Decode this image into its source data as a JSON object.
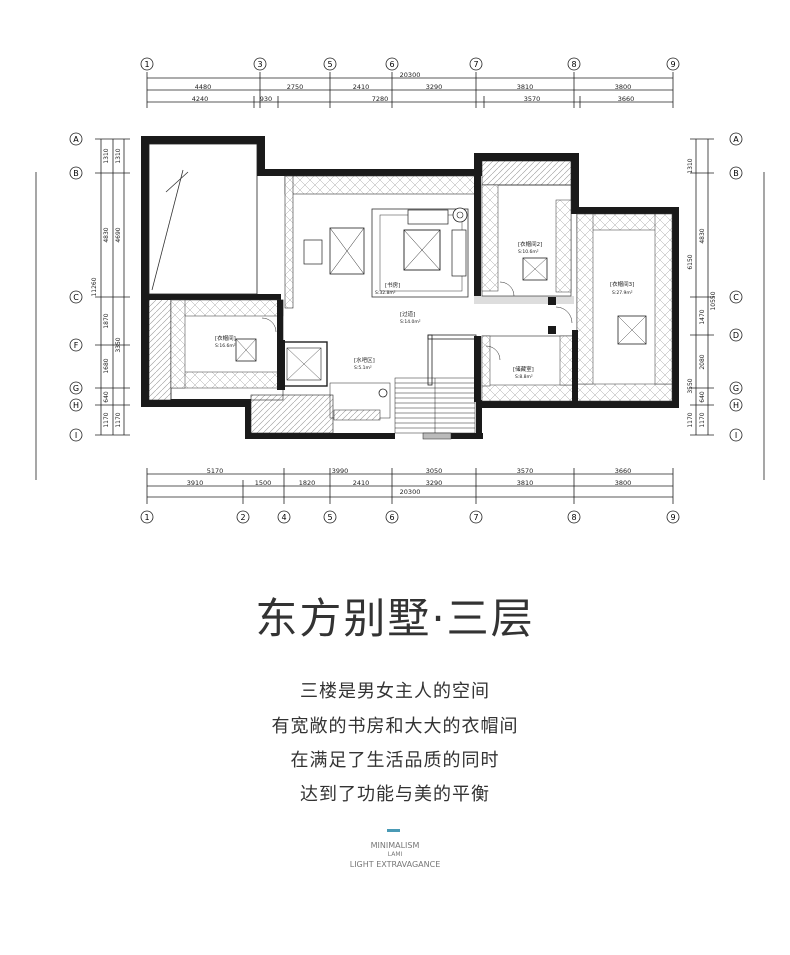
{
  "plan": {
    "grid_columns": [
      "1",
      "3",
      "5",
      "6",
      "7",
      "8",
      "9"
    ],
    "grid_columns_bottom": [
      "1",
      "2",
      "4",
      "5",
      "6",
      "7",
      "8",
      "9"
    ],
    "grid_rows": [
      "A",
      "B",
      "C",
      "F",
      "G",
      "H",
      "I"
    ],
    "grid_rows_right": [
      "A",
      "B",
      "C",
      "D",
      "G",
      "H",
      "I"
    ],
    "top_dims_1": [
      "4480",
      "2750",
      "2410",
      "3290",
      "3810",
      "3800"
    ],
    "top_dims_2": [
      "4240",
      "930",
      "7280",
      "3570",
      "3660"
    ],
    "top_total": "20300",
    "bottom_dims_1": [
      "5170",
      "3990",
      "3050",
      "3570",
      "3660"
    ],
    "bottom_dims_2": [
      "3910",
      "1500",
      "1820",
      "2410",
      "3290",
      "3810",
      "3800"
    ],
    "bottom_total": "20300",
    "left_dims_1": [
      "1310",
      "4830",
      "1870",
      "1680",
      "640",
      "1170"
    ],
    "left_dims_2": [
      "1310",
      "4690",
      "3350",
      "1170"
    ],
    "left_total": "11260",
    "right_dims_1": [
      "1310",
      "6150",
      "1470",
      "2080",
      "640",
      "1170"
    ],
    "right_dims_2": [
      "4830",
      "10550",
      "3550",
      "1170"
    ],
    "rooms": {
      "study": "[书房]",
      "study_area": "S:32.8m²",
      "corridor": "[过道]",
      "corridor_area": "S:14.0m²",
      "water_bar": "[水吧区]",
      "water_bar_area": "S:5.1m²",
      "closet1": "[衣帽间]",
      "closet1_area": "S:16.6m²",
      "closet2": "[衣帽间2]",
      "closet2_area": "S:10.6m²",
      "closet3": "[衣帽间3]",
      "closet3_area": "S:27.9m²",
      "storage": "[储藏室]",
      "storage_area": "S:8.8m²"
    }
  },
  "title": "东方别墅·三层",
  "description": [
    "三楼是男女主人的空间",
    "有宽敞的书房和大大的衣帽间",
    "在满足了生活品质的同时",
    "达到了功能与美的平衡"
  ],
  "brand": {
    "line1": "MINIMALISM",
    "line2": "LAMI",
    "line3": "LIGHT EXTRAVAGANCE"
  }
}
